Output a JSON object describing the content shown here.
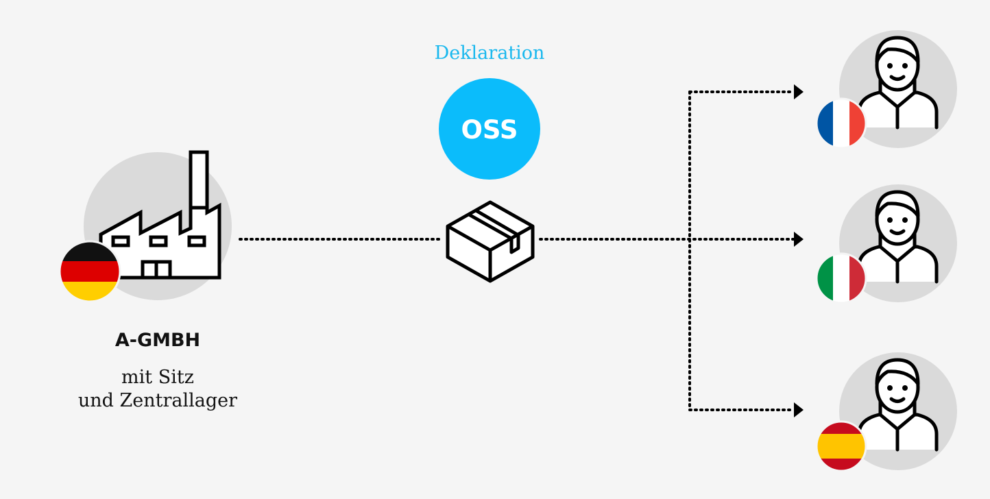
{
  "header": {
    "declaration_label": "Deklaration"
  },
  "oss_badge": {
    "label": "OSS",
    "color": "#0bbcfb"
  },
  "company": {
    "name": "A-GMBH",
    "description_line1": "mit Sitz",
    "description_line2": "und Zentrallager",
    "flag": "germany-flag"
  },
  "customers": [
    {
      "flag": "france-flag"
    },
    {
      "flag": "italy-flag"
    },
    {
      "flag": "spain-flag"
    }
  ],
  "icons": {
    "company": "factory-icon",
    "shipment": "package-icon",
    "customer": "person-icon"
  },
  "colors": {
    "background": "#f5f5f5",
    "icon_circle": "#dadada",
    "accent": "#0bbcfb",
    "line": "#111111"
  }
}
